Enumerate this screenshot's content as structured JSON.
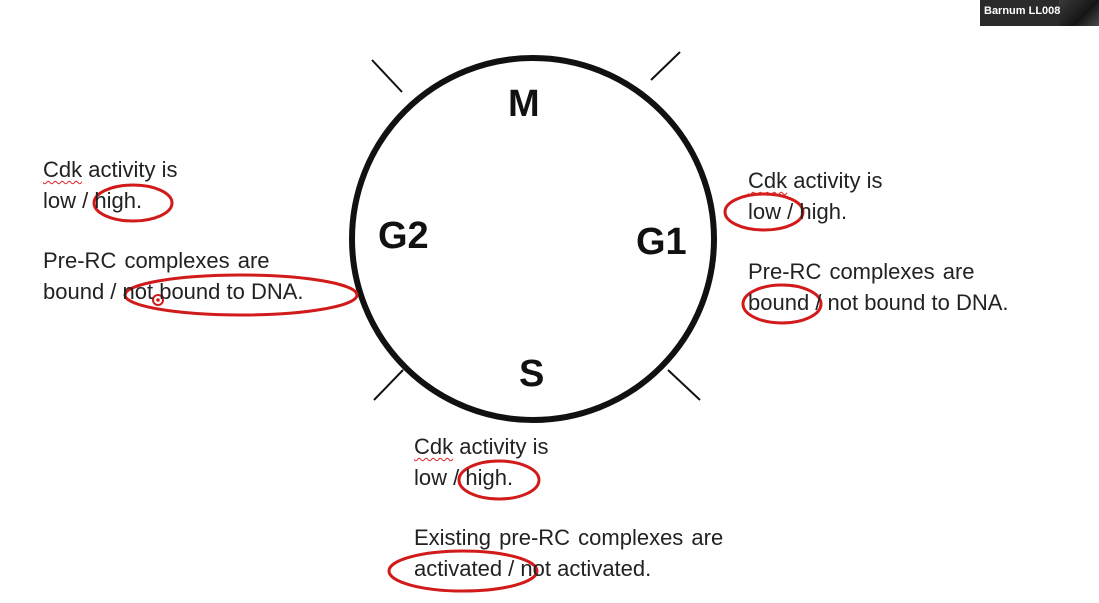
{
  "video_label": "Barnum LL008",
  "colors": {
    "circle": "#111111",
    "annotation": "#d11a1a",
    "text": "#222222"
  },
  "phases": {
    "m": "M",
    "g1": "G1",
    "s": "S",
    "g2": "G2"
  },
  "g2": {
    "cdk_prefix": "Cdk",
    "cdk_rest": " activity is",
    "cdk_line2": "low / high.",
    "prerc_line1": "Pre-RC complexes are",
    "prerc_line2": "bound / not bound to DNA."
  },
  "g1": {
    "cdk_prefix": "Cdk",
    "cdk_rest": " activity is",
    "cdk_line2": "low / high.",
    "prerc_line1": "Pre-RC complexes are",
    "prerc_line2": "bound / not bound to DNA."
  },
  "s": {
    "cdk_prefix": "Cdk",
    "cdk_rest": " activity is",
    "cdk_line2": "low / high.",
    "prerc_line1": "Existing pre-RC complexes are",
    "prerc_line2": "activated / not activated."
  }
}
